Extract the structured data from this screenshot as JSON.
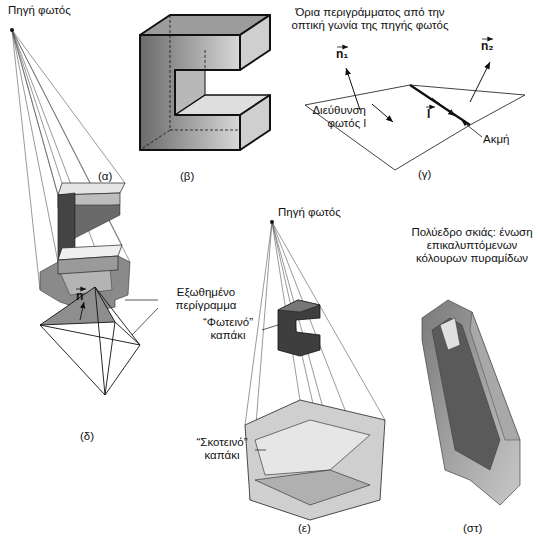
{
  "diagram": {
    "labels": [
      "Πηγή φωτός",
      "(α)",
      "Όρια περιγράμματος από την οπτική γωνία της πηγής φωτός",
      "(β)",
      "n₁",
      "n₂",
      "Διεύθυνση φωτός l",
      "l",
      "Ακμή",
      "(γ)",
      "n",
      "Εξωθημένο περίγραμμα",
      "(δ)",
      "Πηγή φωτός",
      "“Φωτεινό” καπάκι",
      "“Σκοτεινό” καπάκι",
      "(ε)",
      "Πολύεδρο σκιάς: ένωση επικαλυπτόμενων κόλουρων πυραμίδων",
      "(στ)"
    ]
  }
}
